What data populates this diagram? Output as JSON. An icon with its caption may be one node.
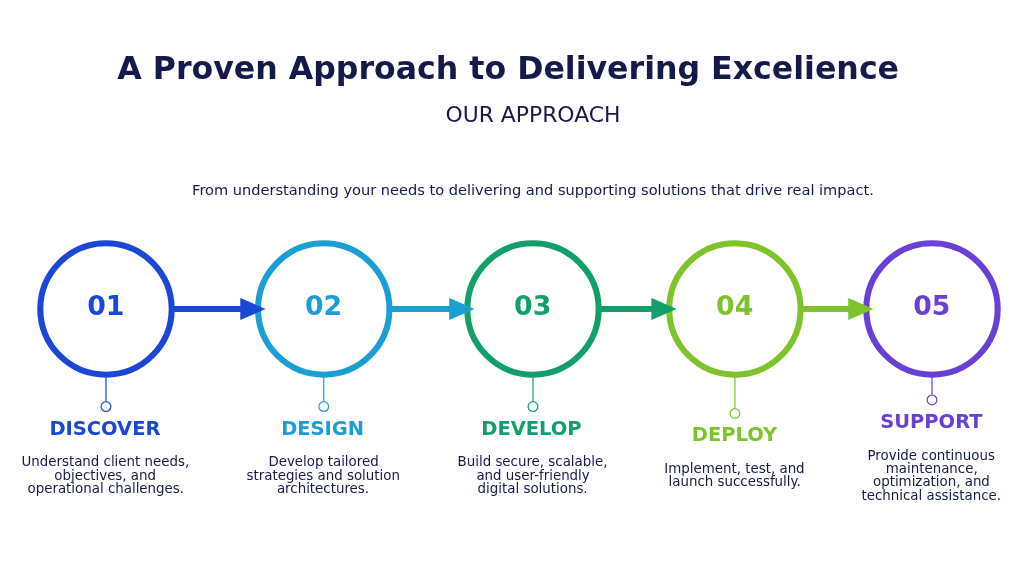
{
  "diagram": {
    "title": "A Proven Approach to Delivering Excelience",
    "nodes": [
      {
        "text": [
          "01"
        ]
      },
      {
        "text": [
          "DISCOVER",
          "Understand client needs, objectives, and operational challenges."
        ]
      },
      {
        "text": [
          "02"
        ]
      },
      {
        "text": [
          "DESIGN",
          "Develop tailored strategies and solution architectures."
        ]
      },
      {
        "text": [
          "03"
        ]
      },
      {
        "text": [
          "DEVELOP",
          "Build secure, scalable, and user-friendly digital solutions."
        ]
      },
      {
        "text": [
          "04"
        ]
      },
      {
        "text": [
          "DEPLOY",
          "Implement, test, and launch successfully."
        ]
      },
      {
        "text": [
          "05"
        ]
      },
      {
        "text": [
          "SUPPORT",
          "Provide continuous maintenance, optimization, and technical assistance."
        ]
      }
    ],
    "edges": [
      {
        "from": 0,
        "to": 2,
        "arrow": "to",
        "style": "thick",
        "color": "#1a47d6"
      },
      {
        "from": 2,
        "to": 4,
        "arrow": "to",
        "style": "thick",
        "color": "#1a9fd4"
      },
      {
        "from": 4,
        "to": 6,
        "arrow": "to",
        "style": "thick",
        "color": "#12a06a"
      },
      {
        "from": 6,
        "to": 8,
        "arrow": "to",
        "style": "thick",
        "color": "#7cc42a"
      },
      {
        "from": 0,
        "to": 1,
        "arrow": "other",
        "color": "#1a47d6"
      },
      {
        "from": 2,
        "to": 3,
        "arrow": "other",
        "color": "#1a9fd4"
      },
      {
        "from": 4,
        "to": 5,
        "arrow": "other",
        "color": "#12a06a"
      },
      {
        "from": 6,
        "to": 7,
        "arrow": "other",
        "color": "#7cc42a"
      },
      {
        "from": 8,
        "to": 9,
        "arrow": "other",
        "color": "#6a3fd6"
      }
    ],
    "labels": [
      "OUR APPROACH",
      "From understanding your needs to delivering and supporting solutions that drive real impact."
    ]
  }
}
